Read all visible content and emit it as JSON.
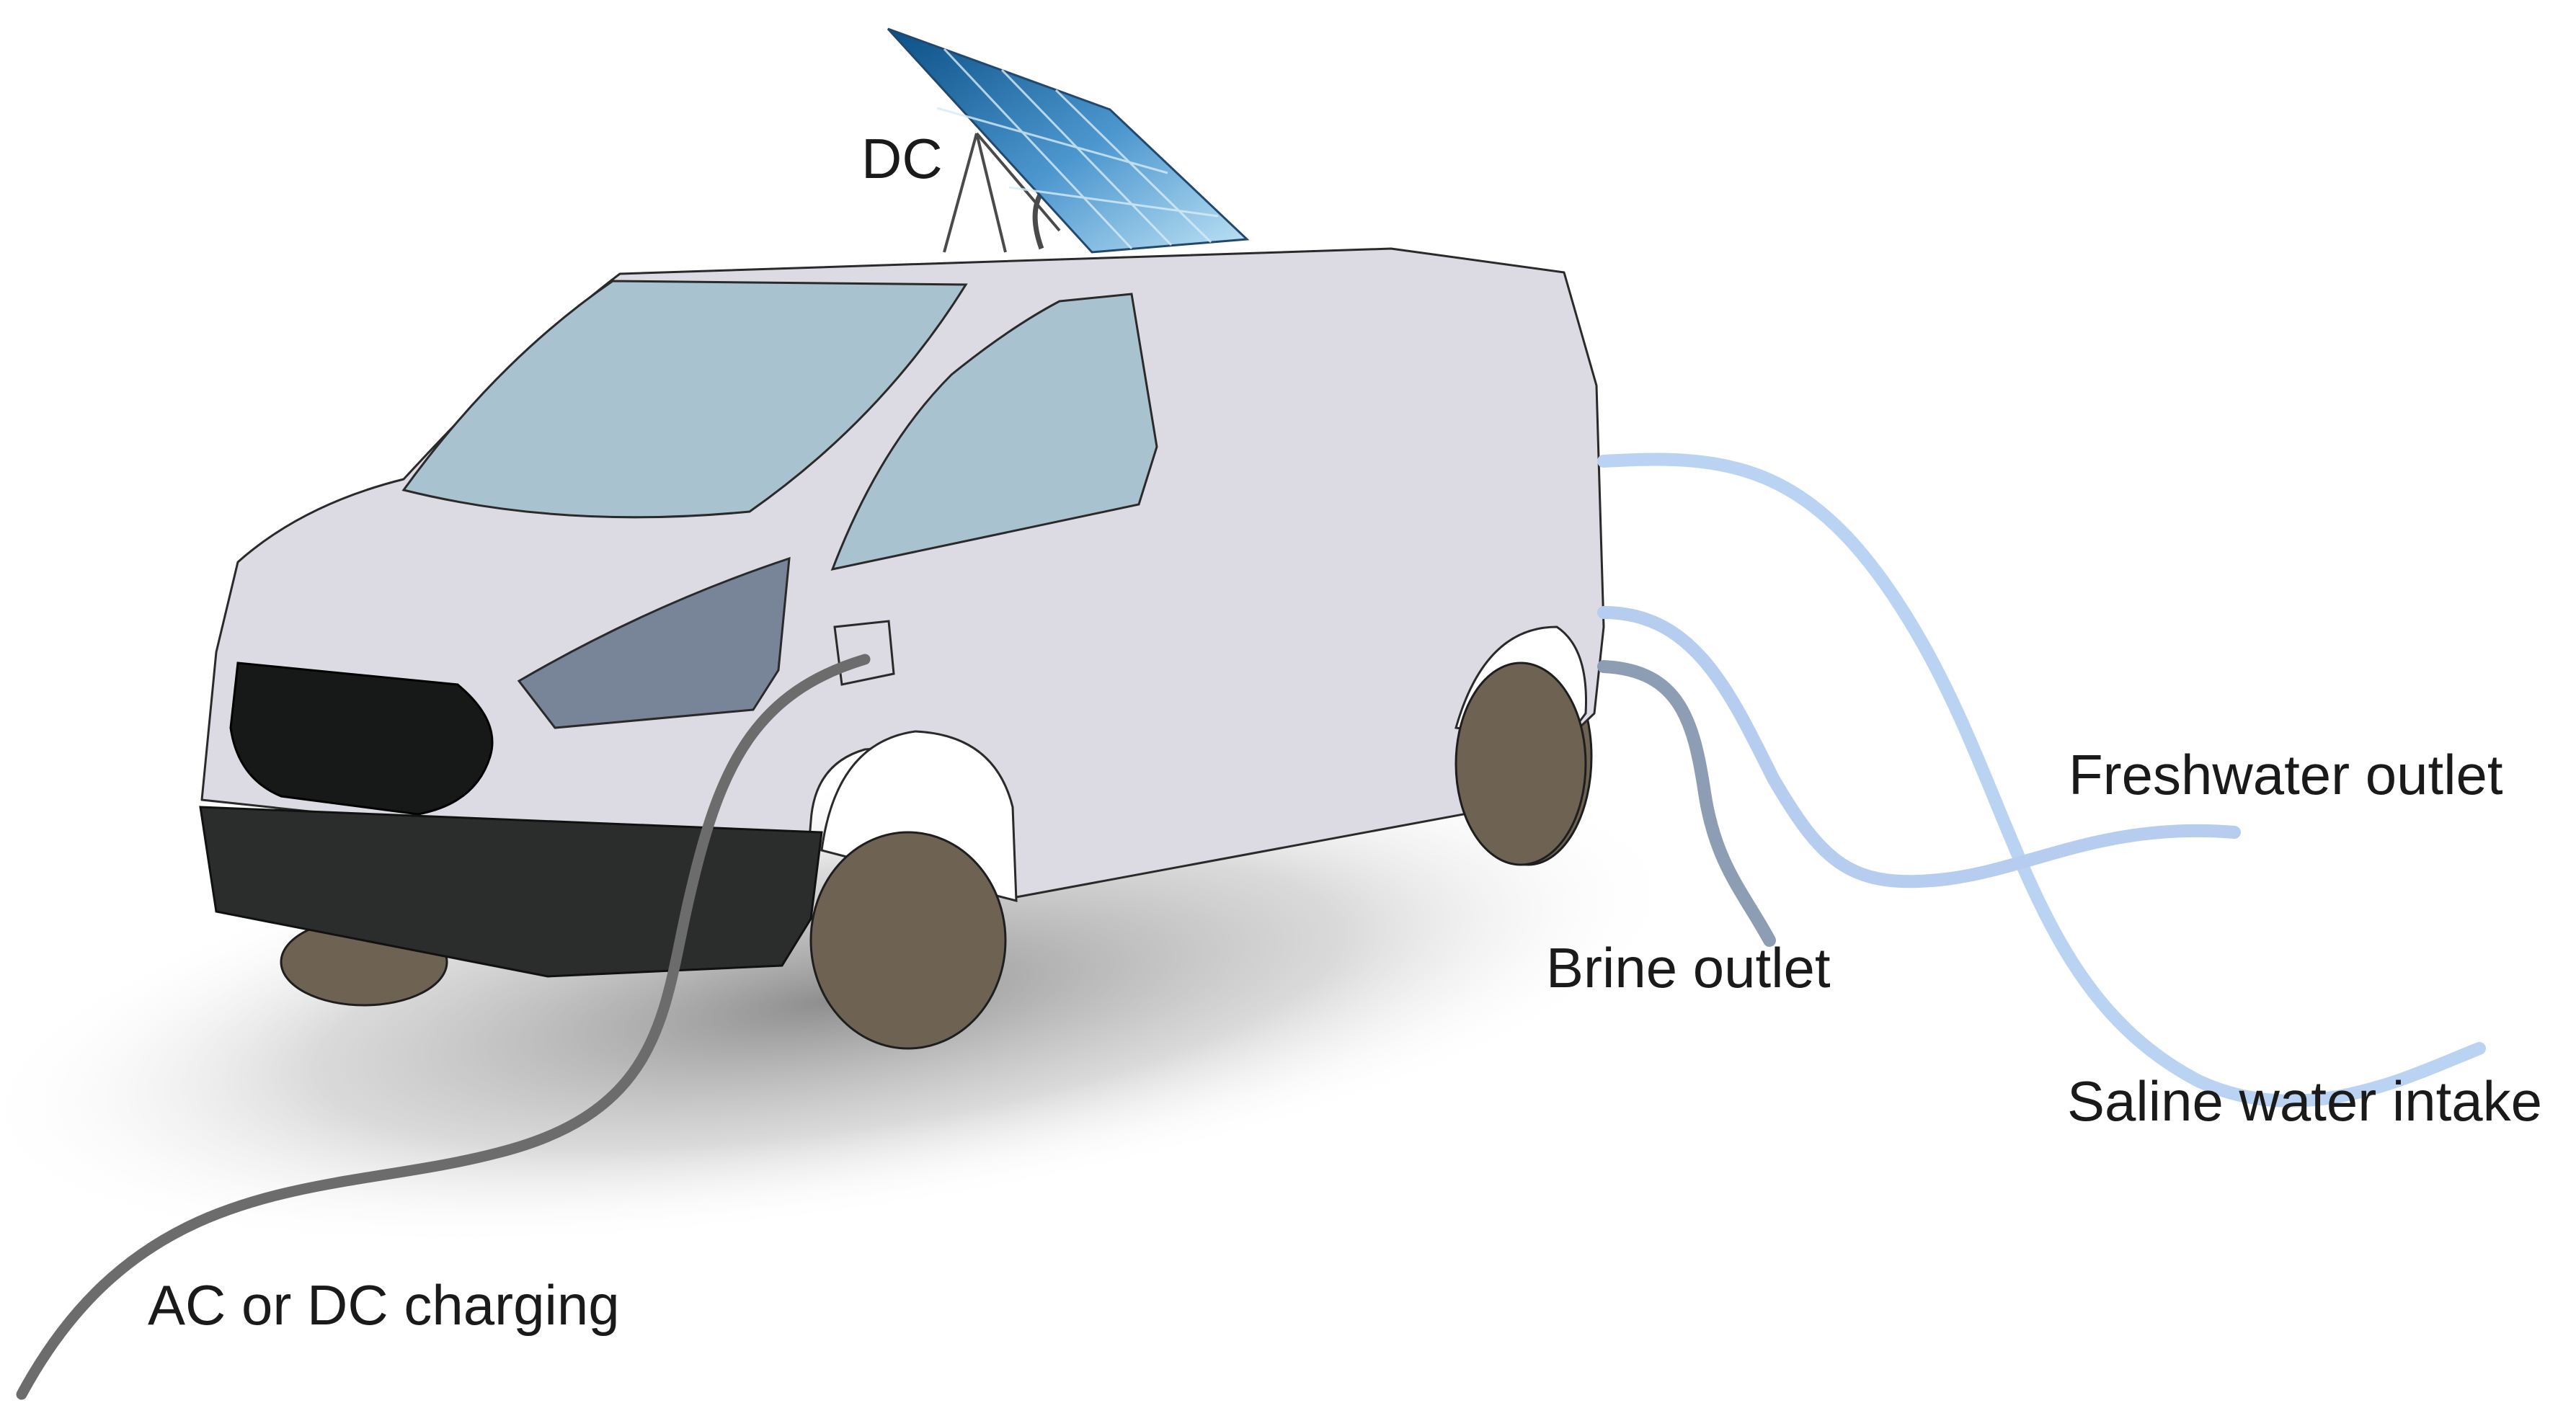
{
  "labels": {
    "dc": "DC",
    "freshwater_outlet": "Freshwater outlet",
    "brine_outlet": "Brine outlet",
    "saline_water_intake": "Saline water intake",
    "charging": "AC or DC charging"
  },
  "colors": {
    "van_body": "#dcdbe3",
    "window": "#a9c2cf",
    "headlight": "#788497",
    "grille": "#161917",
    "bumper": "#2a2d2c",
    "tire": "#6e6253",
    "solar_panel_dark": "#0b4f86",
    "solar_panel_light": "#9fd0ec",
    "charging_cable": "#6c6c6c",
    "freshwater_hose": "#b6cdf0",
    "saline_hose": "#bad3f2",
    "brine_hose": "#8d9db4"
  }
}
